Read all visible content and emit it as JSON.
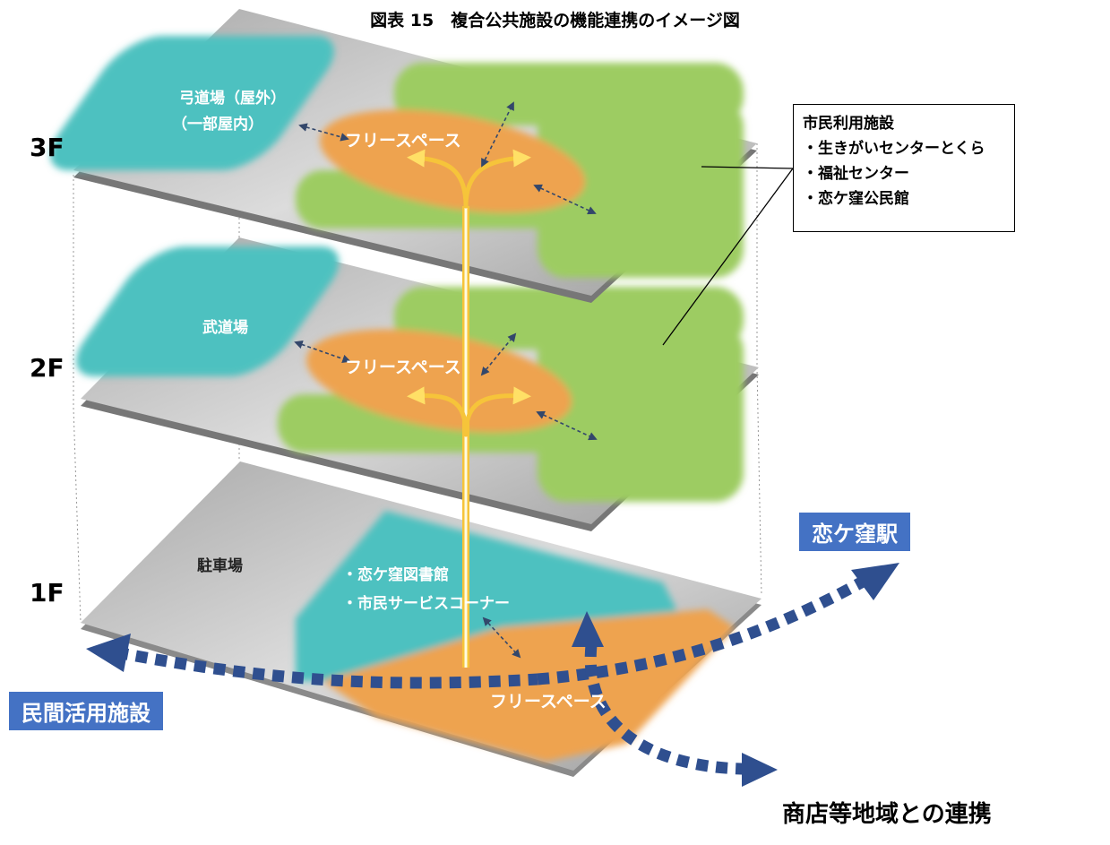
{
  "title": "図表 15　複合公共施設の機能連携のイメージ図",
  "floors": [
    "3F",
    "2F",
    "1F"
  ],
  "floor3": {
    "facility": "弓道場（屋外）",
    "facility_sub": "（一部屋内）",
    "free_space": "フリースペース"
  },
  "floor2": {
    "facility": "武道場",
    "free_space": "フリースペース"
  },
  "floor1": {
    "parking": "駐車場",
    "library": "・恋ケ窪図書館",
    "service": "・市民サービスコーナー",
    "free_space": "フリースペース"
  },
  "info_box": {
    "heading": "市民利用施設",
    "items": [
      "・生きがいセンターとくら",
      "・福祉センター",
      "・恋ケ窪公民館"
    ]
  },
  "connections": {
    "station": "恋ケ窪駅",
    "private": "民間活用施設",
    "shops": "商店等地域との連携"
  },
  "colors": {
    "teal": "#4ec1c0",
    "green": "#9dcc62",
    "orange": "#eea350",
    "gray": "#b9b9b9",
    "blue": "#4472c4",
    "arrow": "#2f4f8f"
  }
}
